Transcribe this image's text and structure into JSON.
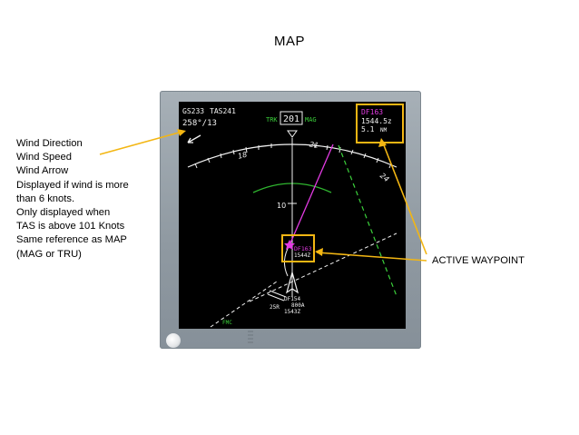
{
  "title": "MAP",
  "annotation": {
    "lines": [
      "Wind Direction",
      "Wind Speed",
      "Wind Arrow",
      "Displayed if wind is more",
      "than 6 knots.",
      "Only displayed when",
      "TAS is above 101 Knots",
      "Same reference as MAP",
      "(MAG or TRU)"
    ]
  },
  "active_waypoint_label": "ACTIVE WAYPOINT",
  "display": {
    "groundspeed": "GS233",
    "tas": "TAS241",
    "wind": "258°/13",
    "track_label": "TRK",
    "heading": "201",
    "heading_ref": "MAG",
    "active_wpt": {
      "name": "DF163",
      "eta": "1544.5z",
      "distance": "5.1",
      "distance_unit": "NM"
    },
    "compass_labels": [
      "18",
      "21",
      "24"
    ],
    "range_ring_label": "10",
    "waypoint_on_map": {
      "name": "DF163",
      "eta": "1544Z"
    },
    "origin_waypoint": {
      "name": "DF154",
      "alt": "800A",
      "eta": "1543Z"
    },
    "runway": "25R",
    "source": "FMC"
  },
  "colors": {
    "magenta": "#e23be2",
    "white": "#f2f2f2",
    "green": "#3bd13b",
    "cyan": "#40d0e0",
    "callout": "#f3b613"
  }
}
